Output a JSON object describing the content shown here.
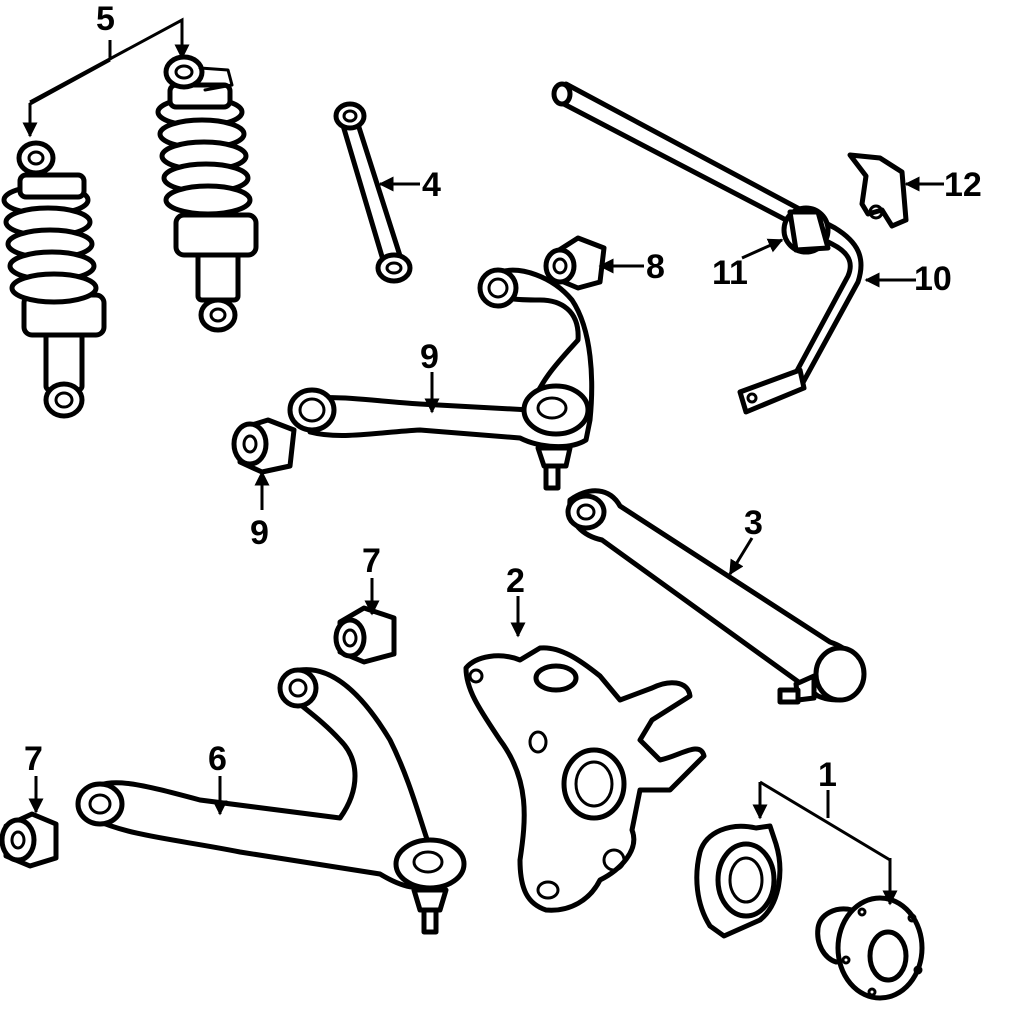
{
  "callouts": [
    {
      "id": "c1",
      "text": "1"
    },
    {
      "id": "c2",
      "text": "2"
    },
    {
      "id": "c3",
      "text": "3"
    },
    {
      "id": "c4",
      "text": "4"
    },
    {
      "id": "c5",
      "text": "5"
    },
    {
      "id": "c6",
      "text": "6"
    },
    {
      "id": "c7a",
      "text": "7"
    },
    {
      "id": "c7b",
      "text": "7"
    },
    {
      "id": "c8",
      "text": "8"
    },
    {
      "id": "c9a",
      "text": "9"
    },
    {
      "id": "c9b",
      "text": "9"
    },
    {
      "id": "c10",
      "text": "10"
    },
    {
      "id": "c11",
      "text": "11"
    },
    {
      "id": "c12",
      "text": "12"
    }
  ]
}
